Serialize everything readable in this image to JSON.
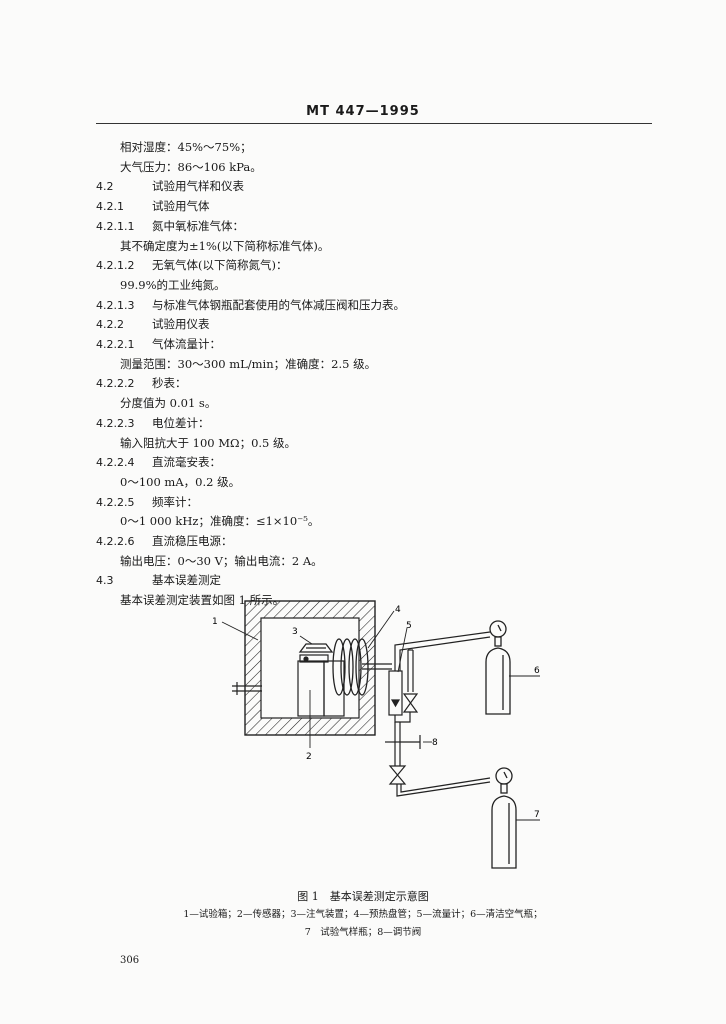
{
  "header": {
    "title": "MT 447—1995"
  },
  "lines": [
    {
      "num": "",
      "text": "相对湿度：45%～75%；",
      "indent": true
    },
    {
      "num": "",
      "text": "大气压力：86～106 kPa。",
      "indent": true
    },
    {
      "num": "4.2",
      "text": "试验用气样和仪表",
      "indent": false
    },
    {
      "num": "4.2.1",
      "text": "试验用气体",
      "indent": false
    },
    {
      "num": "4.2.1.1",
      "text": "氮中氧标准气体：",
      "indent": false
    },
    {
      "num": "",
      "text": "其不确定度为±1%(以下简称标准气体)。",
      "indent": true
    },
    {
      "num": "4.2.1.2",
      "text": "无氧气体(以下简称氮气)：",
      "indent": false
    },
    {
      "num": "",
      "text": "99.9%的工业纯氮。",
      "indent": true
    },
    {
      "num": "4.2.1.3",
      "text": "与标准气体钢瓶配套使用的气体减压阀和压力表。",
      "indent": false
    },
    {
      "num": "4.2.2",
      "text": "试验用仪表",
      "indent": false
    },
    {
      "num": "4.2.2.1",
      "text": "气体流量计：",
      "indent": false
    },
    {
      "num": "",
      "text": "测量范围：30～300 mL/min；准确度：2.5 级。",
      "indent": true
    },
    {
      "num": "4.2.2.2",
      "text": "秒表：",
      "indent": false
    },
    {
      "num": "",
      "text": "分度值为 0.01 s。",
      "indent": true
    },
    {
      "num": "4.2.2.3",
      "text": "电位差计：",
      "indent": false
    },
    {
      "num": "",
      "text": "输入阻抗大于 100 MΩ；0.5 级。",
      "indent": true
    },
    {
      "num": "4.2.2.4",
      "text": "直流毫安表：",
      "indent": false
    },
    {
      "num": "",
      "text": "0～100 mA，0.2 级。",
      "indent": true
    },
    {
      "num": "4.2.2.5",
      "text": "频率计：",
      "indent": false
    },
    {
      "num": "",
      "text": "0～1 000 kHz；准确度：≤1×10⁻⁵。",
      "indent": true
    },
    {
      "num": "4.2.2.6",
      "text": "直流稳压电源：",
      "indent": false
    },
    {
      "num": "",
      "text": "输出电压：0～30 V；输出电流：2 A。",
      "indent": true
    },
    {
      "num": "4.3",
      "text": "基本误差测定",
      "indent": false
    },
    {
      "num": "",
      "text": "基本误差测定装置如图 1 所示。",
      "indent": true
    }
  ],
  "figure": {
    "labels": [
      "1",
      "2",
      "3",
      "4",
      "5",
      "6",
      "7",
      "8"
    ],
    "caption": "图 1　基本误差测定示意图",
    "legend_line1": "1—试验箱；2—传感器；3—注气装置；4—预热盘管；5—流量计；6—清洁空气瓶；",
    "legend_line2": "7　试验气样瓶；8—调节阀"
  },
  "page_number": "306"
}
